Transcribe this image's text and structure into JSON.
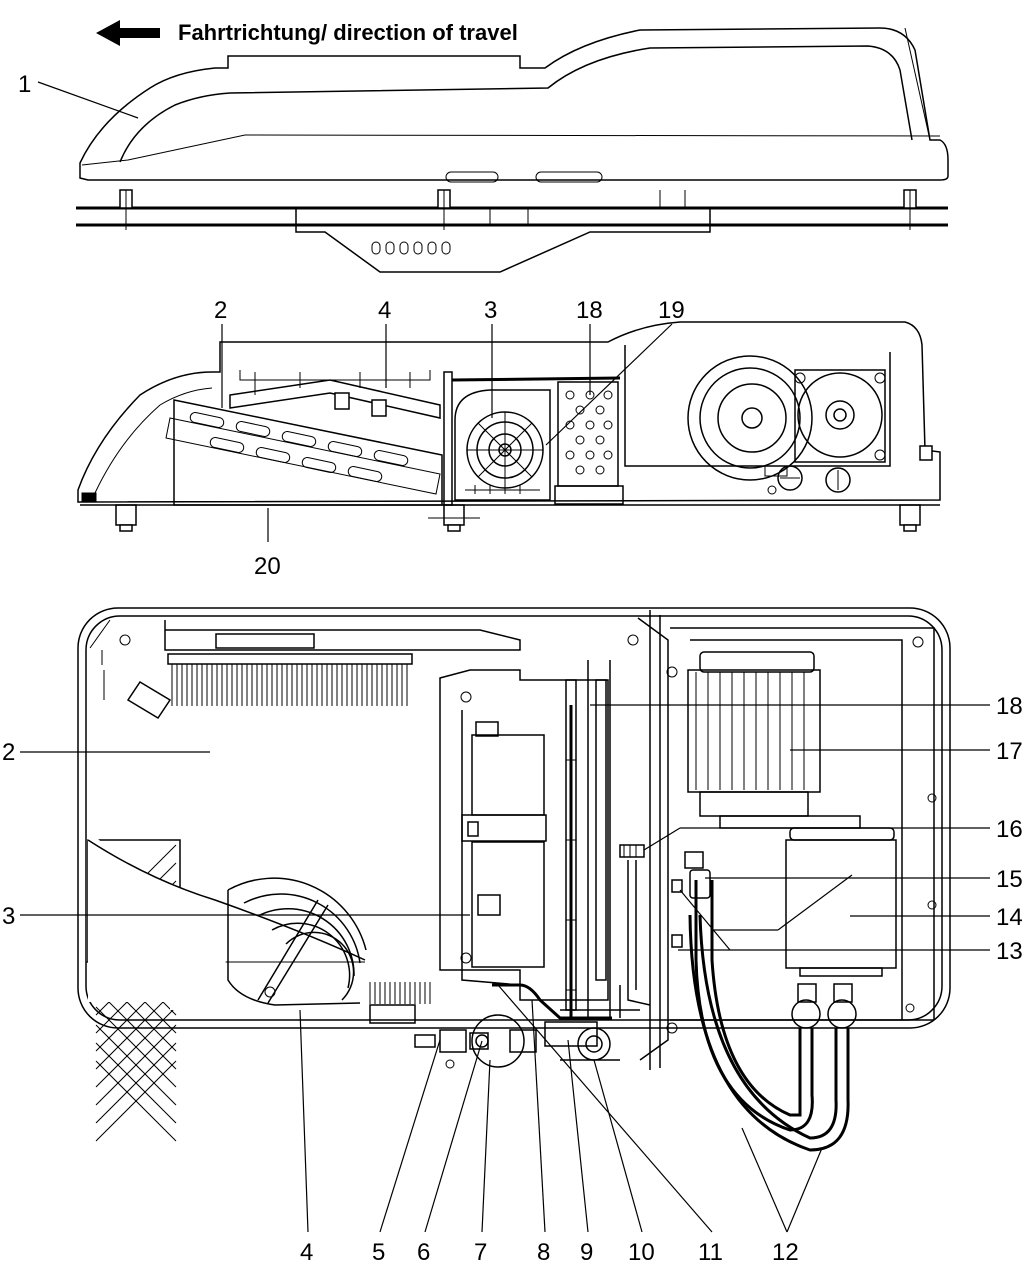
{
  "direction": {
    "label": "Fahrtrichtung/ direction of travel",
    "arrow_icon": "arrow-left-icon"
  },
  "views": {
    "exterior": {
      "callouts": [
        {
          "num": "1"
        }
      ]
    },
    "section": {
      "callouts": [
        {
          "num": "2"
        },
        {
          "num": "4"
        },
        {
          "num": "3"
        },
        {
          "num": "18"
        },
        {
          "num": "19"
        },
        {
          "num": "20"
        }
      ]
    },
    "plan": {
      "callouts_left": [
        {
          "num": "2"
        },
        {
          "num": "3"
        }
      ],
      "callouts_right": [
        {
          "num": "18"
        },
        {
          "num": "17"
        },
        {
          "num": "16"
        },
        {
          "num": "15"
        },
        {
          "num": "14"
        },
        {
          "num": "13"
        }
      ],
      "callouts_bottom": [
        {
          "num": "4"
        },
        {
          "num": "5"
        },
        {
          "num": "6"
        },
        {
          "num": "7"
        },
        {
          "num": "8"
        },
        {
          "num": "9"
        },
        {
          "num": "10"
        },
        {
          "num": "11"
        },
        {
          "num": "12"
        }
      ]
    }
  },
  "colors": {
    "ink": "#000000",
    "paper": "#ffffff"
  }
}
